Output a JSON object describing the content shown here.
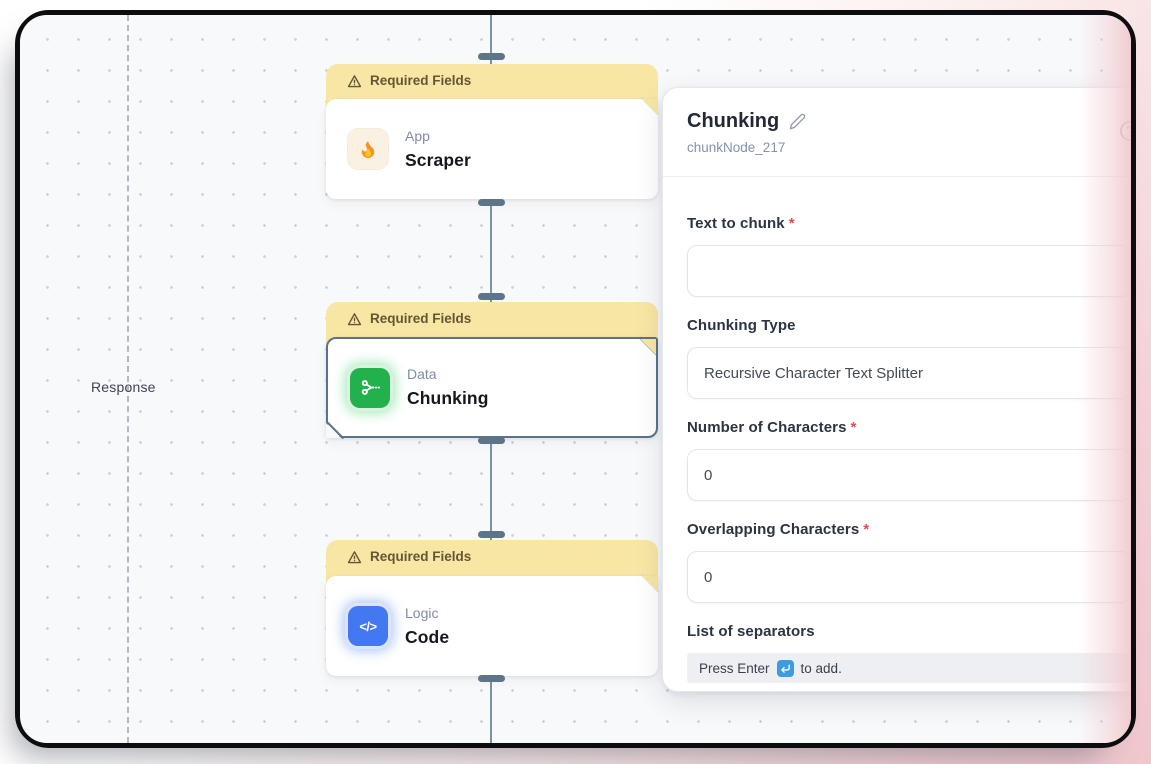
{
  "canvas": {
    "response_label": "Response",
    "nodes": [
      {
        "banner": "Required Fields",
        "category": "App",
        "title": "Scraper",
        "icon": "flame-icon"
      },
      {
        "banner": "Required Fields",
        "category": "Data",
        "title": "Chunking",
        "icon": "scissors-icon",
        "selected": true
      },
      {
        "banner": "Required Fields",
        "category": "Logic",
        "title": "Code",
        "icon": "code-icon"
      }
    ]
  },
  "panel": {
    "title": "Chunking",
    "node_id": "chunkNode_217",
    "required_mark": "*",
    "fields": [
      {
        "label": "Text to chunk",
        "required": true,
        "value": ""
      },
      {
        "label": "Chunking Type",
        "required": false,
        "value": "Recursive Character Text Splitter"
      },
      {
        "label": "Number of Characters",
        "required": true,
        "value": "0"
      },
      {
        "label": "Overlapping Characters",
        "required": true,
        "value": "0"
      }
    ],
    "separators": {
      "label": "List of separators",
      "hint_prefix": "Press Enter",
      "hint_suffix": "to add."
    }
  },
  "icons": {
    "code_glyph": "</>"
  },
  "colors": {
    "banner_yellow": "#f8e7a4",
    "node_green": "#23b14d",
    "node_blue": "#4477f2",
    "selected_border": "#5b7289",
    "asterisk_red": "#e5484d",
    "enter_key_blue": "#3b9ce2",
    "backdrop_pink": "#f0c7cd"
  }
}
